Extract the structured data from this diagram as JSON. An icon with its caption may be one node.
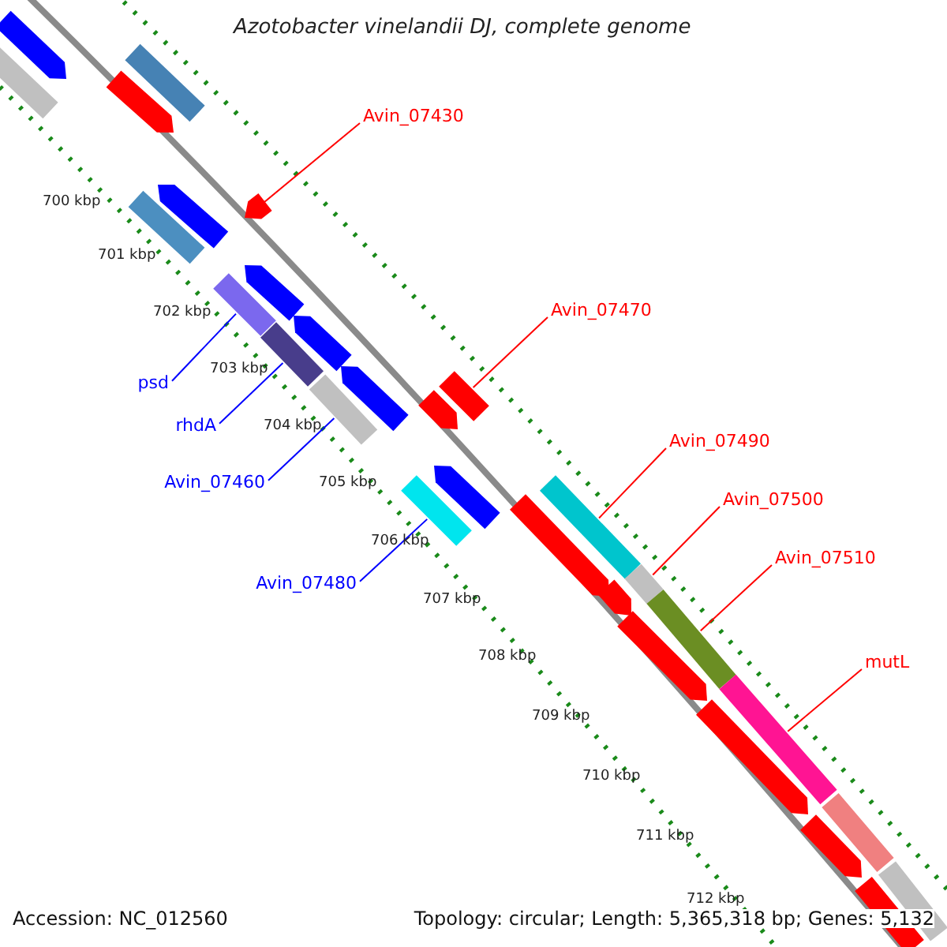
{
  "diagram": {
    "title": "Azotobacter vinelandii DJ, complete genome",
    "nodes": [
      {
        "text": [
          "Avin_07430"
        ]
      },
      {
        "text": [
          "Avin_07470"
        ]
      },
      {
        "text": [
          "Avin_07490"
        ]
      },
      {
        "text": [
          "Avin_07500"
        ]
      },
      {
        "text": [
          "Avin_07510"
        ]
      },
      {
        "text": [
          "mutL"
        ]
      },
      {
        "text": [
          "psd"
        ]
      },
      {
        "text": [
          "rhdA"
        ]
      },
      {
        "text": [
          "Avin_07460"
        ]
      },
      {
        "text": [
          "Avin_07480"
        ]
      },
      {
        "text": [],
        "shape": "arrow"
      },
      {
        "text": [],
        "shape": "bar"
      },
      {
        "text": [],
        "shape": "bar"
      },
      {
        "text": [],
        "shape": "arrow"
      },
      {
        "text": [],
        "shape": "arrow"
      },
      {
        "text": [],
        "shape": "bar"
      },
      {
        "text": [],
        "shape": "arrow"
      },
      {
        "text": [],
        "shape": "arrow"
      },
      {
        "text": [],
        "shape": "bar"
      },
      {
        "text": [],
        "shape": "arrow"
      },
      {
        "text": [],
        "shape": "bar"
      },
      {
        "text": [],
        "shape": "arrow"
      },
      {
        "text": [],
        "shape": "bar"
      },
      {
        "text": [],
        "shape": "bar"
      },
      {
        "text": [],
        "shape": "arrow"
      },
      {
        "text": [],
        "shape": "arrow"
      },
      {
        "text": [],
        "shape": "bar"
      },
      {
        "text": [],
        "shape": "bar"
      },
      {
        "text": [],
        "shape": "arrow"
      },
      {
        "text": [],
        "shape": "bar"
      },
      {
        "text": [],
        "shape": "arrow"
      },
      {
        "text": [],
        "shape": "bar"
      },
      {
        "text": [],
        "shape": "arrow"
      },
      {
        "text": [],
        "shape": "bar"
      },
      {
        "text": [],
        "shape": "arrow"
      },
      {
        "text": [],
        "shape": "bar"
      },
      {
        "text": [],
        "shape": "arrow"
      },
      {
        "text": [],
        "shape": "bar"
      },
      {
        "text": [],
        "shape": "bar"
      }
    ],
    "edges": [
      {
        "from": 0,
        "to": 16,
        "arrow": "none"
      },
      {
        "from": 1,
        "to": 22,
        "arrow": "none"
      },
      {
        "from": 2,
        "to": 26,
        "arrow": "none"
      },
      {
        "from": 3,
        "to": 29,
        "arrow": "none"
      },
      {
        "from": 4,
        "to": 31,
        "arrow": "none"
      },
      {
        "from": 5,
        "to": 33,
        "arrow": "none"
      },
      {
        "from": 6,
        "to": 18,
        "arrow": "none",
        "color": "#0000ff"
      },
      {
        "from": 7,
        "to": 20,
        "arrow": "none",
        "color": "#0000ff"
      },
      {
        "from": 8,
        "to": 23,
        "arrow": "none",
        "color": "#0000ff"
      },
      {
        "from": 9,
        "to": 27,
        "arrow": "none",
        "color": "#0000ff"
      }
    ],
    "labels": [
      "700 kbp",
      "701 kbp",
      "702 kbp",
      "703 kbp",
      "704 kbp",
      "705 kbp",
      "706 kbp",
      "707 kbp",
      "708 kbp",
      "709 kbp",
      "710 kbp",
      "711 kbp",
      "712 kbp",
      "Accession: NC_012560",
      "Topology: circular; Length: 5,365,318 bp; Genes: 5,132"
    ]
  }
}
